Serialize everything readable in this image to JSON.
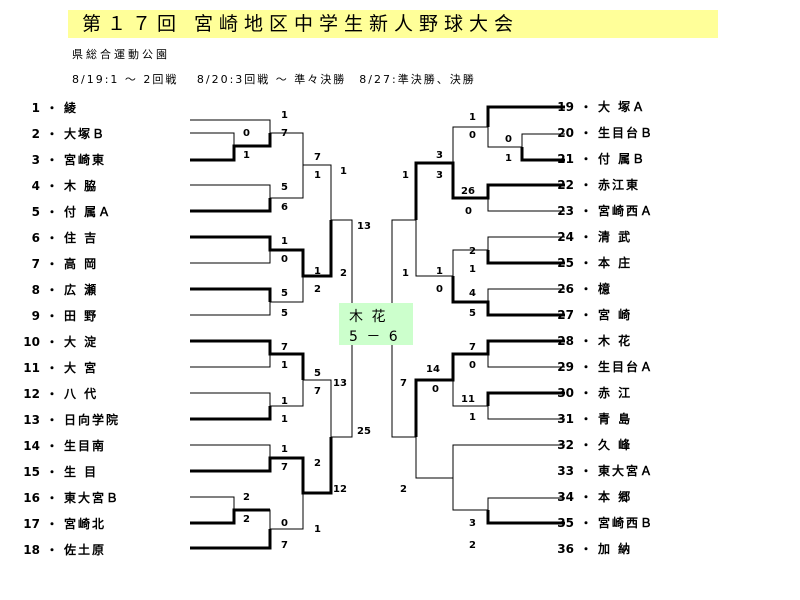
{
  "title": "第１７回 宮崎地区中学生新人野球大会",
  "venue": "県総合運動公園",
  "schedule": "8/19:1 ～ 2回戦　 8/20:3回戦 ～ 準々決勝　8/27:準決勝、決勝",
  "left_teams": [
    {
      "num": "1",
      "name": "綾"
    },
    {
      "num": "2",
      "name": "大塚Ｂ"
    },
    {
      "num": "3",
      "name": "宮崎東"
    },
    {
      "num": "4",
      "name": "木 脇"
    },
    {
      "num": "5",
      "name": "付 属Ａ"
    },
    {
      "num": "6",
      "name": "住 吉"
    },
    {
      "num": "7",
      "name": "高 岡"
    },
    {
      "num": "8",
      "name": "広 瀬"
    },
    {
      "num": "9",
      "name": "田 野"
    },
    {
      "num": "10",
      "name": "大 淀"
    },
    {
      "num": "11",
      "name": "大 宮"
    },
    {
      "num": "12",
      "name": "八 代"
    },
    {
      "num": "13",
      "name": "日向学院"
    },
    {
      "num": "14",
      "name": "生目南"
    },
    {
      "num": "15",
      "name": "生 目"
    },
    {
      "num": "16",
      "name": "東大宮Ｂ"
    },
    {
      "num": "17",
      "name": "宮崎北"
    },
    {
      "num": "18",
      "name": "佐土原"
    }
  ],
  "right_teams": [
    {
      "num": "19",
      "name": "大 塚Ａ"
    },
    {
      "num": "20",
      "name": "生目台Ｂ"
    },
    {
      "num": "21",
      "name": "付 属Ｂ"
    },
    {
      "num": "22",
      "name": "赤江東"
    },
    {
      "num": "23",
      "name": "宮崎西Ａ"
    },
    {
      "num": "24",
      "name": "清 武"
    },
    {
      "num": "25",
      "name": "本 庄"
    },
    {
      "num": "26",
      "name": "檍"
    },
    {
      "num": "27",
      "name": "宮 崎"
    },
    {
      "num": "28",
      "name": "木 花"
    },
    {
      "num": "29",
      "name": "生目台Ａ"
    },
    {
      "num": "30",
      "name": "赤 江"
    },
    {
      "num": "31",
      "name": "青 島"
    },
    {
      "num": "32",
      "name": "久 峰"
    },
    {
      "num": "33",
      "name": "東大宮Ａ"
    },
    {
      "num": "34",
      "name": "本 郷"
    },
    {
      "num": "35",
      "name": "宮崎西Ｂ"
    },
    {
      "num": "36",
      "name": "加 納"
    }
  ],
  "scores": {
    "l_r1_2v3_top": "0",
    "l_r1_2v3_bot": "1",
    "l_r1_16v17_top": "2",
    "l_r1_16v17_bot": "2",
    "l_r2_1": "1",
    "l_r2_23": "7",
    "l_r2_4": "5",
    "l_r2_5": "6",
    "l_r2_6": "1",
    "l_r2_7": "0",
    "l_r2_8": "5",
    "l_r2_9": "5",
    "l_r2_10": "7",
    "l_r2_11": "1",
    "l_r2_12": "1",
    "l_r2_13": "1",
    "l_r2_14": "1",
    "l_r2_15": "7",
    "l_r2_1617": "0",
    "l_r2_18": "7",
    "l_r3_a": "7",
    "l_r3_b": "1",
    "l_r3_c": "1",
    "l_r3_d": "2",
    "l_r3_e": "5",
    "l_r3_f": "7",
    "l_r3_g": "2",
    "l_r3_h": "1",
    "l_qf_a": "1",
    "l_qf_b": "2",
    "l_qf_c": "13",
    "l_qf_d": "12",
    "l_sf_a": "13",
    "l_sf_b": "25",
    "r_r1_20v21_top": "0",
    "r_r1_20v21_bot": "1",
    "r_r2_19": "1",
    "r_r2_2021": "0",
    "r_r2_22": "26",
    "r_r2_23": "0",
    "r_r2_24": "2",
    "r_r2_25": "1",
    "r_r2_26": "4",
    "r_r2_27": "5",
    "r_r2_28": "7",
    "r_r2_29": "0",
    "r_r2_30": "11",
    "r_r2_31": "1",
    "r_r2_3536": "3",
    "r_r2_36": "2",
    "r_r3_a": "3",
    "r_r3_b": "3",
    "r_r3_c": "1",
    "r_r3_d": "0",
    "r_r3_e": "14",
    "r_r3_f": "0",
    "r_qf_a": "1",
    "r_qf_b": "1",
    "r_qf_c": "7",
    "r_qf_d": "2"
  },
  "final": {
    "line1": "木 花",
    "line2": "5 － 6"
  }
}
